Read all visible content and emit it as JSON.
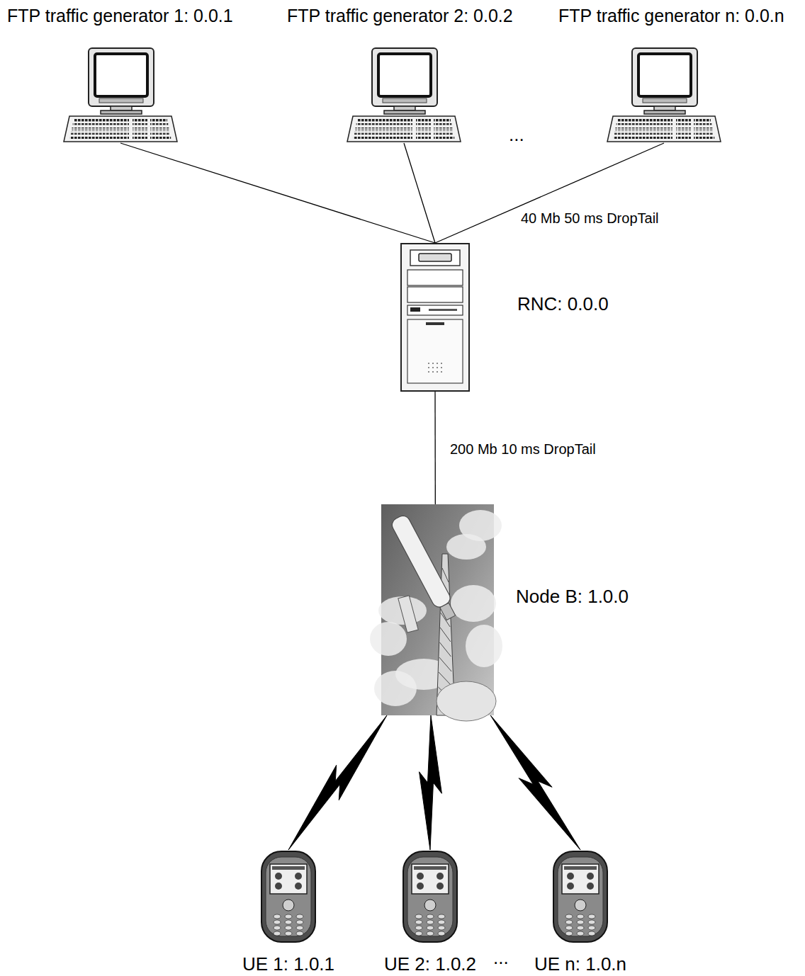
{
  "diagram": {
    "nodes": [
      {
        "text": [
          "FTP traffic generator 1: 0.0.1"
        ]
      },
      {
        "text": [
          "FTP traffic generator 2: 0.0.2"
        ]
      },
      {
        "text": [
          "FTP traffic generator n: 0.0.n"
        ]
      },
      {
        "text": [
          "RNC: 0.0.0"
        ]
      },
      {
        "text": [
          "Node B: 1.0.0"
        ]
      },
      {
        "text": [
          "UE 1: 1.0.1"
        ]
      },
      {
        "text": [
          "UE 2: 1.0.2"
        ]
      },
      {
        "text": [
          "UE n: 1.0.n"
        ]
      }
    ],
    "edges": [
      {
        "from": 0,
        "to": 3,
        "arrow": "none"
      },
      {
        "from": 1,
        "to": 3,
        "arrow": "none"
      },
      {
        "from": 2,
        "to": 3,
        "label": "40 Mb 50 ms DropTail",
        "arrow": "none"
      },
      {
        "from": 3,
        "to": 4,
        "label": "200 Mb 10 ms DropTail",
        "arrow": "none"
      },
      {
        "from": 4,
        "to": 5,
        "arrow": "none"
      },
      {
        "from": 4,
        "to": 6,
        "arrow": "none"
      },
      {
        "from": 4,
        "to": 7,
        "arrow": "none"
      }
    ],
    "labels": [
      "...",
      "..."
    ]
  }
}
